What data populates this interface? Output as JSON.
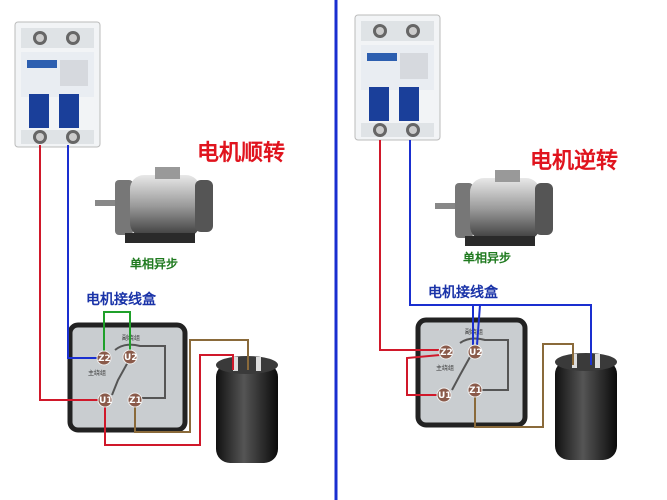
{
  "left": {
    "title": "电机顺转",
    "motor_label": "单相异步",
    "box_label": "电机接线盒",
    "winding_aux": "副绕组",
    "winding_main": "主绕组",
    "terminals": [
      "Z2",
      "U2",
      "U1",
      "Z1"
    ]
  },
  "right": {
    "title": "电机逆转",
    "motor_label": "单相异步",
    "box_label": "电机接线盒",
    "winding_aux": "副绕组",
    "winding_main": "主绕组",
    "terminals": [
      "Z2",
      "U2",
      "U1",
      "Z1"
    ]
  },
  "colors": {
    "title": "#e0141e",
    "divider": "#1a2fd0",
    "live_wire": "#d0182a",
    "neutral_wire": "#1a2fd0",
    "jumper_wire": "#1fa02a",
    "cap_wire": "#8a6a3a"
  }
}
